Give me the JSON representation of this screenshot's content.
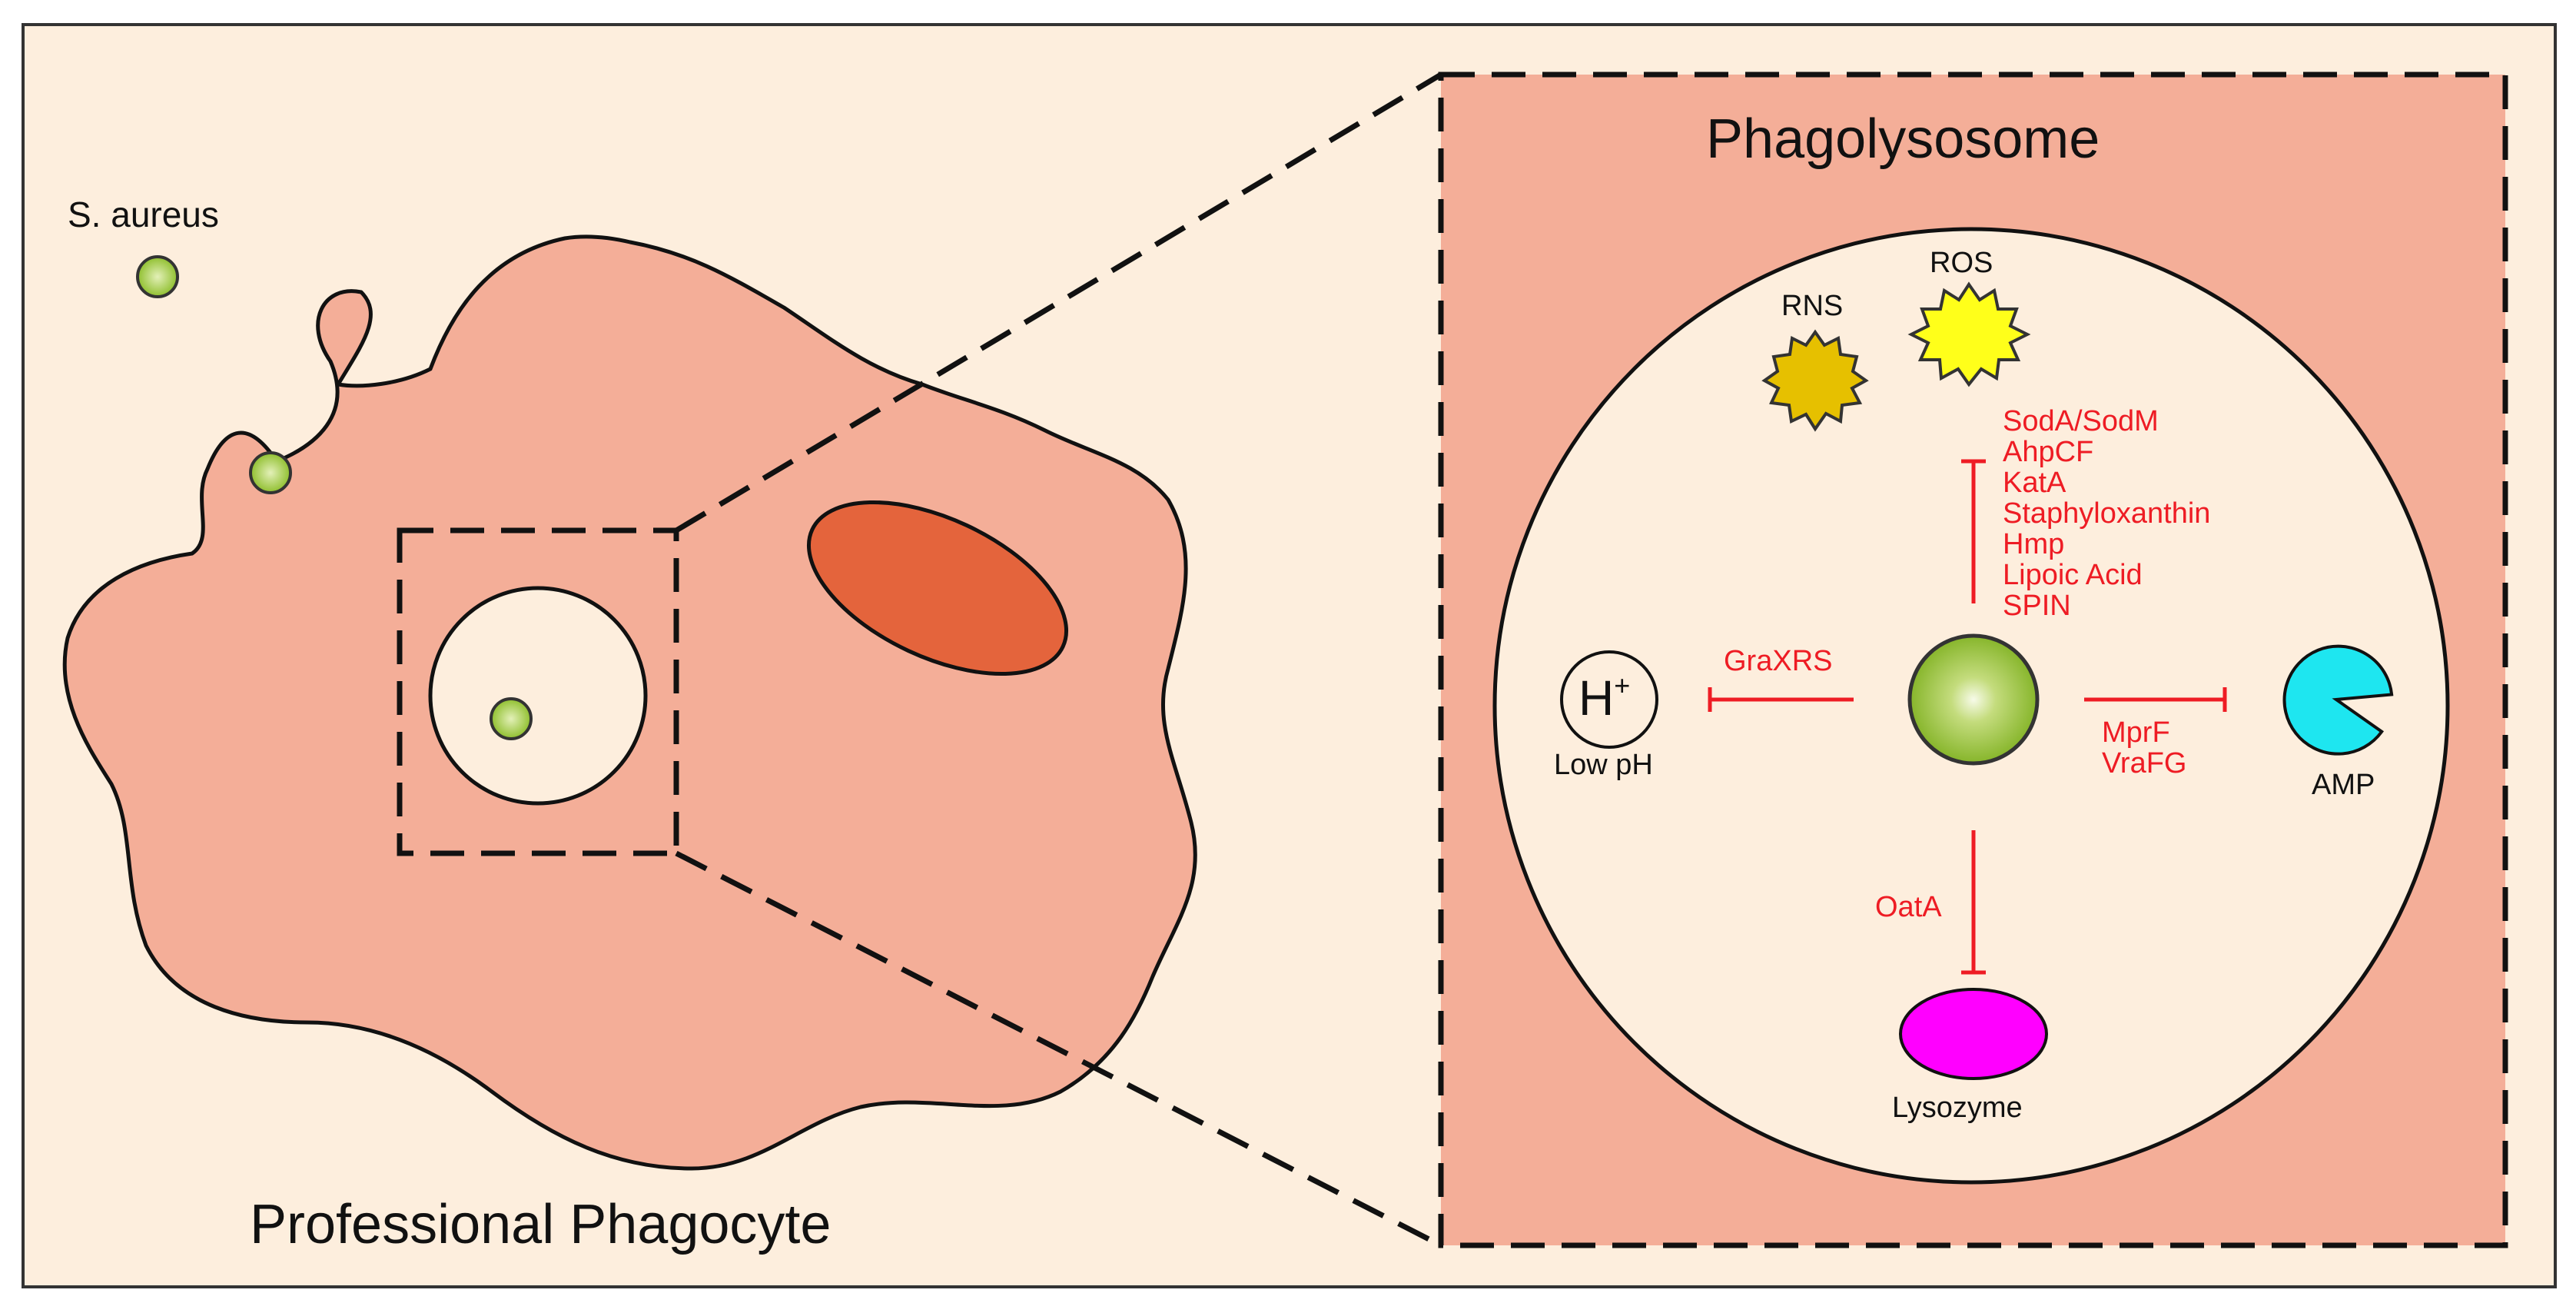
{
  "colors": {
    "background": "#fdeedd",
    "cell": "#f4ae98",
    "nucleus": "#e4643c",
    "phagosome": "#fdeedd",
    "bacterium": "#8fbf2e",
    "inhibitor_text": "#ee1c24",
    "ros": "#ffff1a",
    "rns": "#e6c000",
    "amp": "#1ee6f0",
    "lysozyme": "#ff00ff",
    "outline": "#111111"
  },
  "labels": {
    "bacterium": "S. aureus",
    "cell": "Professional Phagocyte",
    "phagolysosome": "Phagolysosome",
    "rns": "RNS",
    "ros": "ROS",
    "h_plus_base": "H",
    "h_plus_sup": "+",
    "low_ph": "Low pH",
    "amp": "AMP",
    "lysozyme": "Lysozyme"
  },
  "inhibitors": {
    "oxidative": [
      "SodA/SodM",
      "AhpCF",
      "KatA",
      "Staphyloxanthin",
      "Hmp",
      "Lipoic Acid",
      "SPIN"
    ],
    "acid": [
      "GraXRS"
    ],
    "amp": [
      "MprF",
      "VraFG"
    ],
    "lysozyme": [
      "OatA"
    ]
  },
  "icons": {
    "ros_icon": "starburst",
    "rns_icon": "starburst",
    "amp_icon": "pacman",
    "lysozyme_icon": "ellipse",
    "proton_icon": "circle",
    "bacterium_icon": "sphere"
  }
}
